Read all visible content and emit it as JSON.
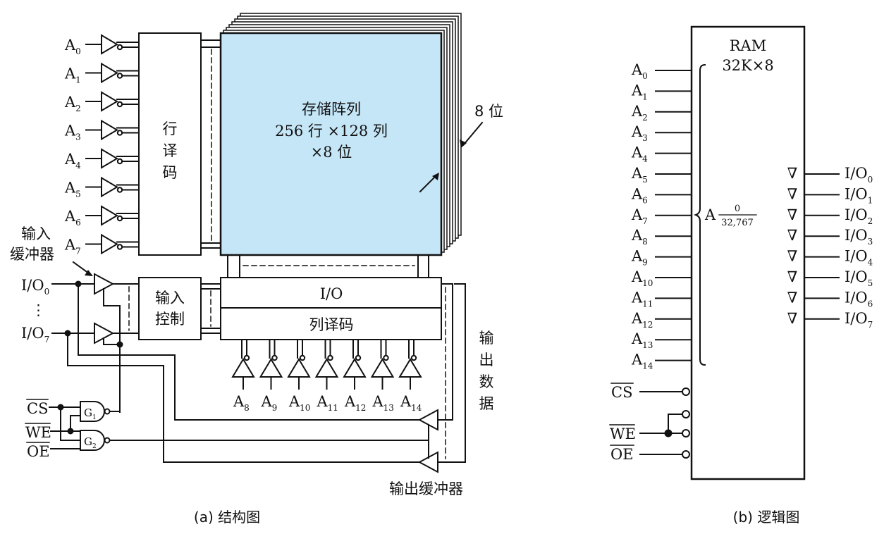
{
  "accent": "#c5e6f7",
  "structure": {
    "memory_array_title": "存储阵列",
    "memory_array_size": "256 行 ×128 列",
    "memory_array_bits": "×8 位",
    "bit_depth_label": "8 位",
    "row_decoder_chars": [
      "行",
      "译",
      "码"
    ],
    "input_buffer_label_lines": [
      "输入",
      "缓冲器"
    ],
    "input_control_lines": [
      "输入",
      "控制"
    ],
    "io_label": "I/O",
    "column_decoder_label": "列译码",
    "output_data_chars": [
      "输",
      "出",
      "数",
      "据"
    ],
    "output_buffer_label": "输出缓冲器",
    "row_address_inputs": [
      {
        "base": "A",
        "sub": "0"
      },
      {
        "base": "A",
        "sub": "1"
      },
      {
        "base": "A",
        "sub": "2"
      },
      {
        "base": "A",
        "sub": "3"
      },
      {
        "base": "A",
        "sub": "4"
      },
      {
        "base": "A",
        "sub": "5"
      },
      {
        "base": "A",
        "sub": "6"
      },
      {
        "base": "A",
        "sub": "7"
      }
    ],
    "column_address_inputs": [
      {
        "base": "A",
        "sub": "8"
      },
      {
        "base": "A",
        "sub": "9"
      },
      {
        "base": "A",
        "sub": "10"
      },
      {
        "base": "A",
        "sub": "11"
      },
      {
        "base": "A",
        "sub": "12"
      },
      {
        "base": "A",
        "sub": "13"
      },
      {
        "base": "A",
        "sub": "14"
      }
    ],
    "io_first": {
      "base": "I/O",
      "sub": "0"
    },
    "io_last": {
      "base": "I/O",
      "sub": "7"
    },
    "io_ellipsis": "⋮",
    "control_signals": [
      "CS",
      "WE",
      "OE"
    ],
    "gate_labels": [
      {
        "base": "G",
        "sub": "1"
      },
      {
        "base": "G",
        "sub": "2"
      }
    ],
    "caption": "(a) 结构图"
  },
  "logic": {
    "title_line1": "RAM",
    "title_line2": "32K×8",
    "address_inputs": [
      {
        "base": "A",
        "sub": "0"
      },
      {
        "base": "A",
        "sub": "1"
      },
      {
        "base": "A",
        "sub": "2"
      },
      {
        "base": "A",
        "sub": "3"
      },
      {
        "base": "A",
        "sub": "4"
      },
      {
        "base": "A",
        "sub": "5"
      },
      {
        "base": "A",
        "sub": "6"
      },
      {
        "base": "A",
        "sub": "7"
      },
      {
        "base": "A",
        "sub": "8"
      },
      {
        "base": "A",
        "sub": "9"
      },
      {
        "base": "A",
        "sub": "10"
      },
      {
        "base": "A",
        "sub": "11"
      },
      {
        "base": "A",
        "sub": "12"
      },
      {
        "base": "A",
        "sub": "13"
      },
      {
        "base": "A",
        "sub": "14"
      }
    ],
    "address_group_label": "A",
    "address_range_top": "0",
    "address_range_bottom": "32,767",
    "outputs": [
      {
        "base": "I/O",
        "sub": "0"
      },
      {
        "base": "I/O",
        "sub": "1"
      },
      {
        "base": "I/O",
        "sub": "2"
      },
      {
        "base": "I/O",
        "sub": "3"
      },
      {
        "base": "I/O",
        "sub": "4"
      },
      {
        "base": "I/O",
        "sub": "5"
      },
      {
        "base": "I/O",
        "sub": "6"
      },
      {
        "base": "I/O",
        "sub": "7"
      }
    ],
    "tristate_symbol": "∇",
    "control_signals": [
      "CS",
      "WE",
      "OE"
    ],
    "caption": "(b) 逻辑图"
  }
}
